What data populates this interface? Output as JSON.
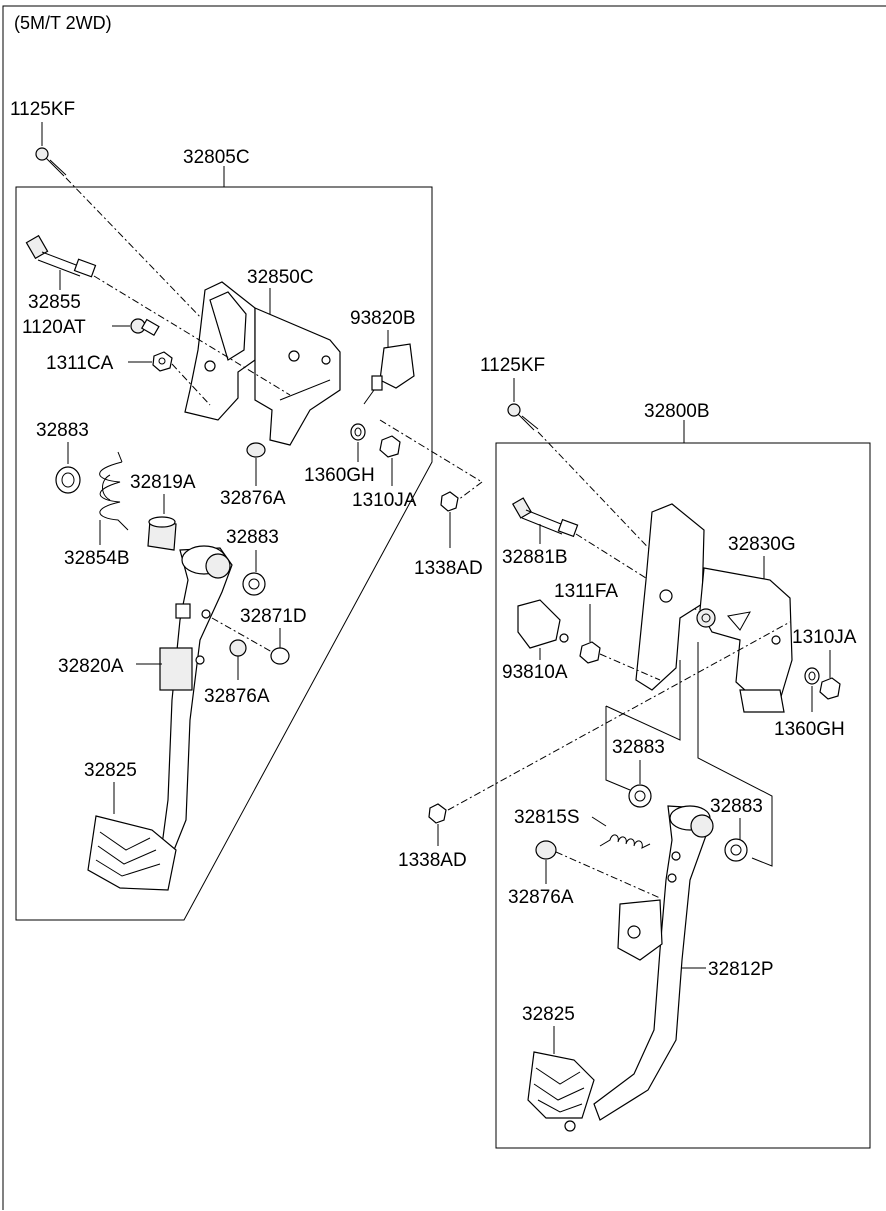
{
  "header": {
    "variant": "(5M/T 2WD)"
  },
  "left_assembly": {
    "box_label": "32805C",
    "labels": {
      "bolt_top": "1125KF",
      "bracket": "32850C",
      "pivot_bolt": "32855",
      "bolt_1120": "1120AT",
      "nut_1311": "1311CA",
      "switch": "93820B",
      "bushing_top": "32883",
      "spring_sleeve": "32819A",
      "spring": "32854B",
      "bushing_right": "32883",
      "stopper_pedal": "32876A",
      "washer": "1360GH",
      "nut_1310": "1310JA",
      "pin": "32871D",
      "arm": "32820A",
      "stopper_arm": "32876A",
      "pad": "32825",
      "nut_outside": "1338AD"
    }
  },
  "right_assembly": {
    "box_label": "32800B",
    "labels": {
      "bolt_top": "1125KF",
      "pivot_bolt": "32881B",
      "bracket": "32830G",
      "nut_1311": "1311FA",
      "nut_1310": "1310JA",
      "switch": "93810A",
      "washer": "1360GH",
      "bushing_left": "32883",
      "bushing_right": "32883",
      "spring": "32815S",
      "stopper": "32876A",
      "arm": "32812P",
      "pad": "32825",
      "nut_outside": "1338AD"
    }
  }
}
